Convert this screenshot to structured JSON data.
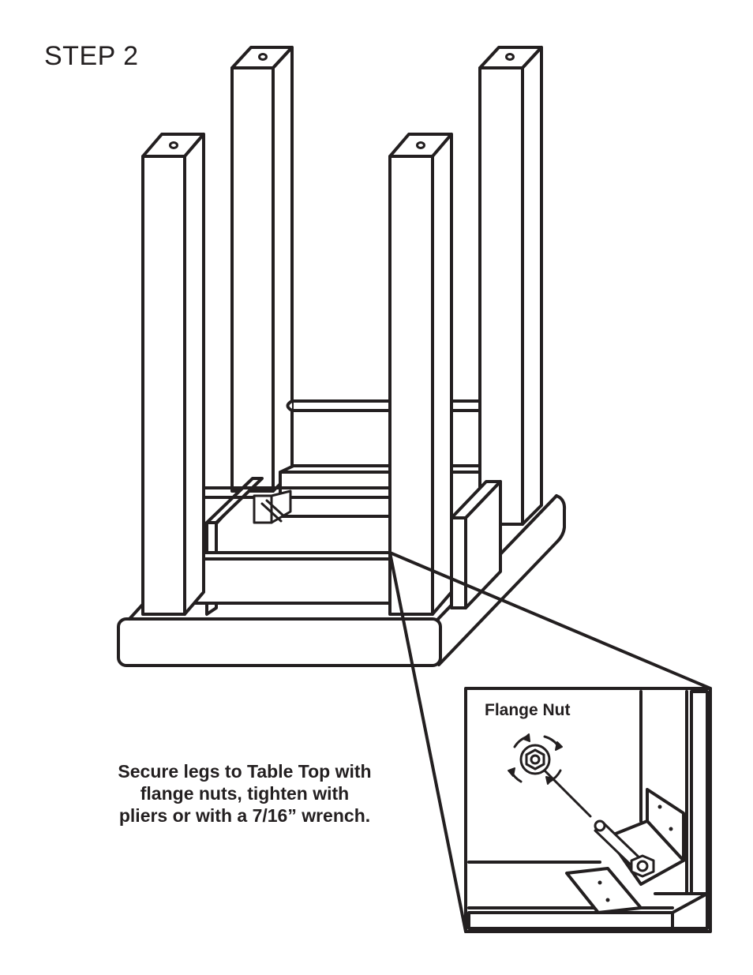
{
  "step_title": "STEP 2",
  "instruction_lines": [
    "Secure legs to Table Top with",
    "flange nuts, tighten with",
    "pliers or with a 7/16” wrench."
  ],
  "callout": {
    "label": "Flange Nut"
  },
  "line_color": "#231f20"
}
